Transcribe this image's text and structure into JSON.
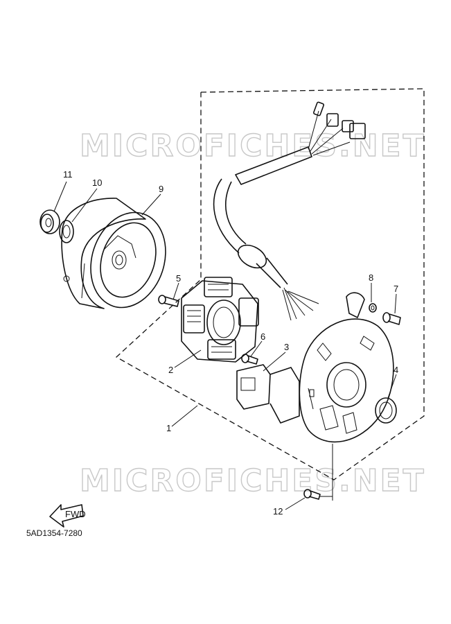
{
  "watermark": {
    "top": "MICROFICHES.NET",
    "bottom": "MICROFICHES.NET"
  },
  "callouts": [
    "1",
    "2",
    "3",
    "4",
    "5",
    "6",
    "7",
    "8",
    "9",
    "10",
    "11",
    "12"
  ],
  "fwd_label": "FWD",
  "diagram_code": "5AD1354-7280"
}
